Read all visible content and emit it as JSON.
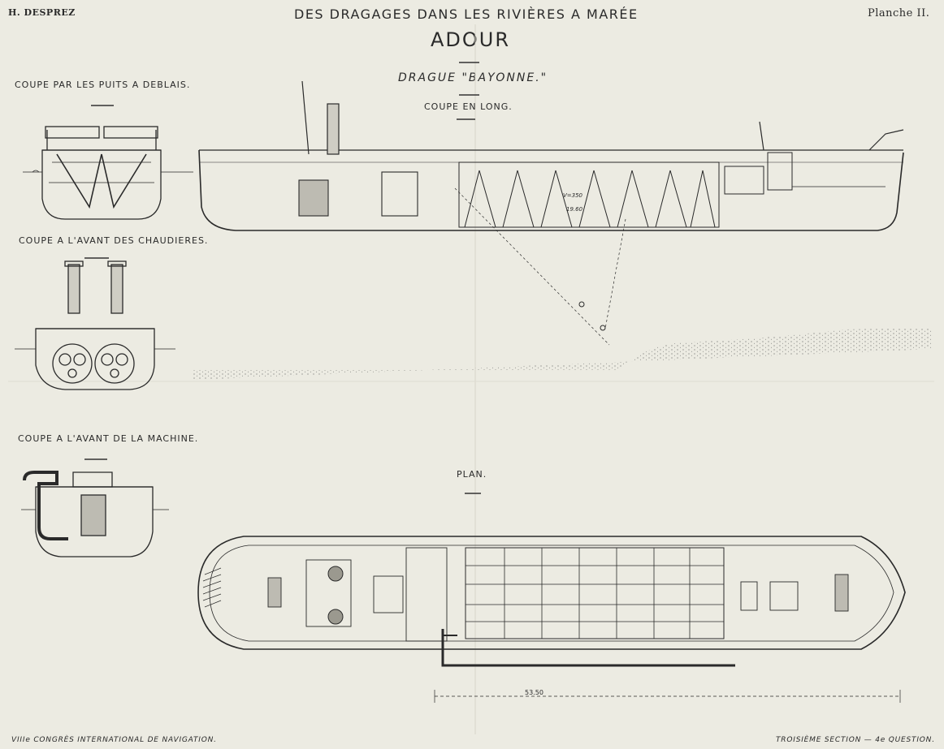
{
  "header": {
    "author": "H. DESPREZ",
    "series_title": "DES DRAGAGES DANS LES RIVIÈRES A MARÉE",
    "plate_label": "Planche II."
  },
  "drawing": {
    "river": "ADOUR",
    "dredge_name": "DRAGUE \"BAYONNE.\"",
    "longitudinal_section": "COUPE EN LONG.",
    "section_hoppers": "COUPE PAR LES PUITS A DEBLAIS.",
    "section_boilers": "COUPE A L'AVANT DES CHAUDIERES.",
    "section_engine": "COUPE A L'AVANT DE LA MACHINE.",
    "plan_label": "PLAN.",
    "length_dimension": "53.50",
    "hopper_volume": "V=350",
    "depth_note": "19.60"
  },
  "footer": {
    "left": "VIIIe CONGRÈS INTERNATIONAL DE NAVIGATION.",
    "right": "TROISIÈME SECTION — 4e QUESTION."
  }
}
